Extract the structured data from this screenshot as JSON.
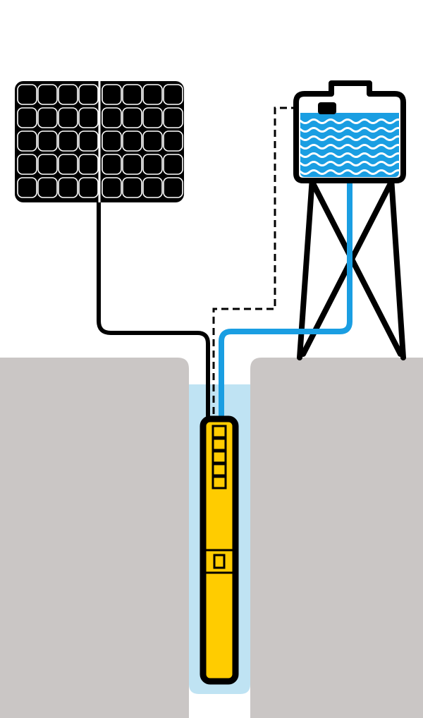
{
  "diagram": {
    "components": [
      "solar-panel",
      "water-tower",
      "water-tank",
      "float-switch",
      "borehole",
      "submersible-pump",
      "power-cable",
      "control-cable",
      "water-pipe"
    ],
    "panel": {
      "modules": 2,
      "rows": 5,
      "cols": 4
    },
    "pump": {
      "upper_cells": 5
    },
    "tank": {
      "wave_lines": 7
    },
    "colors": {
      "ground": "#cac6c5",
      "borehole_water": "#bfe3f3",
      "water": "#1a9ee2",
      "pump_body": "#ffcc00",
      "panel": "#000000",
      "outline": "#000000",
      "background": "#ffffff"
    }
  }
}
